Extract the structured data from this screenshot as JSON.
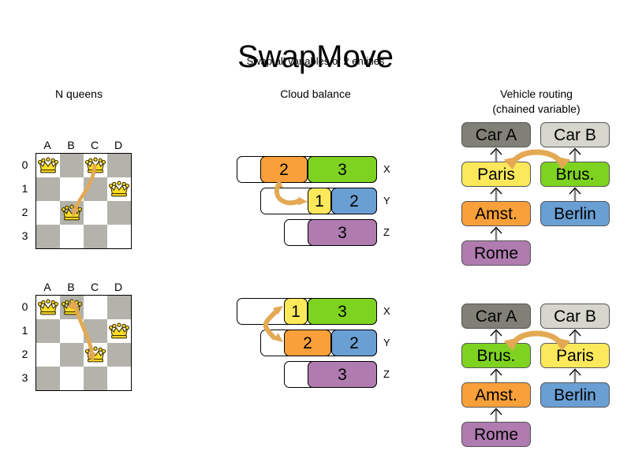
{
  "header": {
    "title": "SwapMove",
    "subtitle": "Swap all variables of 2 entities"
  },
  "colors": {
    "board_dark": "#b3b3ab",
    "board_light": "#ffffff",
    "queen_gold": "#ffdd28",
    "arrow_tan": "#e3a953",
    "orange": "#f9a03a",
    "green": "#7ed321",
    "yellow": "#fbe95b",
    "blue": "#6a9fd4",
    "purple": "#b07cb0",
    "car_a_gray": "#808076",
    "car_b_gray": "#d6d6cd",
    "link_gray": "#808080"
  },
  "sections": {
    "nqueens": {
      "title": "N queens",
      "columns": [
        "A",
        "B",
        "C",
        "D"
      ],
      "rows": [
        "0",
        "1",
        "2",
        "3"
      ],
      "before": {
        "queens": [
          {
            "col": 0,
            "row": 0
          },
          {
            "col": 2,
            "row": 0
          },
          {
            "col": 3,
            "row": 1
          },
          {
            "col": 1,
            "row": 2
          }
        ],
        "move_arrow": {
          "from_col": 2,
          "from_row": 0,
          "to_col": 1,
          "to_row": 2,
          "double": false
        }
      },
      "after": {
        "queens": [
          {
            "col": 0,
            "row": 0
          },
          {
            "col": 1,
            "row": 0
          },
          {
            "col": 3,
            "row": 1
          },
          {
            "col": 2,
            "row": 2
          }
        ],
        "move_arrow": {
          "from_col": 1,
          "from_row": 0,
          "to_col": 2,
          "to_row": 2,
          "double": true
        }
      }
    },
    "cloudbalance": {
      "title": "Cloud balance",
      "before": {
        "rows": [
          {
            "label": "X",
            "offset": 0,
            "segments": [
              {
                "value": "2",
                "color": "#f9a03a",
                "width": 60
              },
              {
                "value": "3",
                "color": "#7ed321",
                "width": 88
              }
            ]
          },
          {
            "label": "Y",
            "offset": 30,
            "segments": [
              {
                "value": "1",
                "color": "#fbe95b",
                "width": 30
              },
              {
                "value": "2",
                "color": "#6a9fd4",
                "width": 58
              }
            ]
          },
          {
            "label": "Z",
            "offset": 60,
            "segments": [
              {
                "value": "3",
                "color": "#b07cb0",
                "width": 88
              }
            ]
          }
        ]
      },
      "after": {
        "rows": [
          {
            "label": "X",
            "offset": 0,
            "segments": [
              {
                "value": "1",
                "color": "#fbe95b",
                "width": 30
              },
              {
                "value": "3",
                "color": "#7ed321",
                "width": 88
              }
            ]
          },
          {
            "label": "Y",
            "offset": 30,
            "segments": [
              {
                "value": "2",
                "color": "#f9a03a",
                "width": 60
              },
              {
                "value": "2",
                "color": "#6a9fd4",
                "width": 58
              }
            ]
          },
          {
            "label": "Z",
            "offset": 60,
            "segments": [
              {
                "value": "3",
                "color": "#b07cb0",
                "width": 88
              }
            ]
          }
        ]
      }
    },
    "vehiclerouting": {
      "title_line1": "Vehicle routing",
      "title_line2": "(chained variable)",
      "before": {
        "chain_a": [
          "Car A",
          "Paris",
          "Amst.",
          "Rome"
        ],
        "chain_b": [
          "Car B",
          "Brus.",
          "Berlin"
        ],
        "swap": [
          "Paris",
          "Brus."
        ]
      },
      "after": {
        "chain_a": [
          "Car A",
          "Brus.",
          "Amst.",
          "Rome"
        ],
        "chain_b": [
          "Car B",
          "Paris",
          "Berlin"
        ],
        "swap": [
          "Brus.",
          "Paris"
        ]
      },
      "box_colors": {
        "Car A": "#808076",
        "Car B": "#d6d6cd",
        "Paris": "#fbe95b",
        "Brus.": "#7ed321",
        "Amst.": "#f9a03a",
        "Berlin": "#6a9fd4",
        "Rome": "#b07cb0"
      }
    }
  }
}
